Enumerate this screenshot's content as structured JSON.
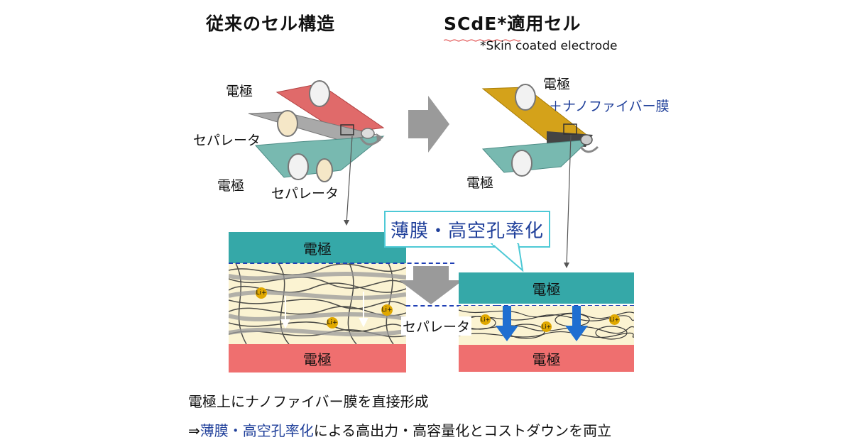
{
  "left_title": "従来のセル構造",
  "right_title": "SCdE*適用セル",
  "footnote": "*Skin coated electrode",
  "left_labels": {
    "electrode_top": "電極",
    "separator_1": "セパレータ",
    "electrode_bottom": "電極",
    "separator_2": "セパレータ"
  },
  "right_labels": {
    "electrode": "電極",
    "nanofiber": "＋ナノファイバー膜",
    "electrode_bottom": "電極"
  },
  "callout": "薄膜・高空孔率化",
  "left_cross": {
    "top": "電極",
    "bottom": "電極"
  },
  "right_cross": {
    "top": "電極",
    "bottom": "電極"
  },
  "separator_label": "セパレータ",
  "ion_label": "Li+",
  "bottom": {
    "line1": "電極上にナノファイバー膜を直接形成",
    "line2_prefix": "⇒",
    "line2_highlight": "薄膜・高空孔率化",
    "line2_rest": "による高出力・高容量化とコストダウンを両立"
  },
  "colors": {
    "electrode_teal": "#35a8a8",
    "electrode_red": "#ef6f6f",
    "separator_bg": "#fbf3d2",
    "accent_blue": "#1f3f9a",
    "arrow_blue": "#1f6fd1",
    "callout_border": "#4ec9d6",
    "gold": "#e0a800"
  }
}
